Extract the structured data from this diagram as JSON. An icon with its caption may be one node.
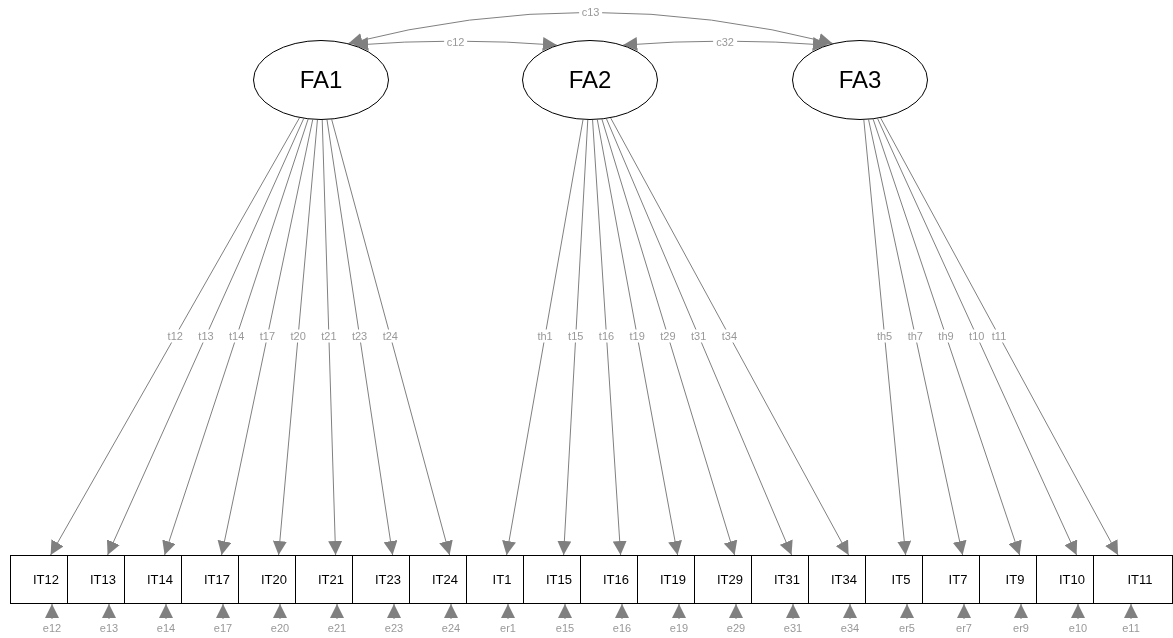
{
  "diagram": {
    "nodes": [
      {
        "text": [
          "FA1"
        ]
      },
      {
        "text": [
          "FA2"
        ]
      },
      {
        "text": [
          "FA3"
        ]
      },
      {
        "text": [
          "IT12"
        ]
      },
      {
        "text": [
          "IT13"
        ]
      },
      {
        "text": [
          "IT14"
        ]
      },
      {
        "text": [
          "IT17"
        ]
      },
      {
        "text": [
          "IT20"
        ]
      },
      {
        "text": [
          "IT21"
        ]
      },
      {
        "text": [
          "IT23"
        ]
      },
      {
        "text": [
          "IT24"
        ]
      },
      {
        "text": [
          "IT1"
        ]
      },
      {
        "text": [
          "IT15"
        ]
      },
      {
        "text": [
          "IT16"
        ]
      },
      {
        "text": [
          "IT19"
        ]
      },
      {
        "text": [
          "IT29"
        ]
      },
      {
        "text": [
          "IT31"
        ]
      },
      {
        "text": [
          "IT34"
        ]
      },
      {
        "text": [
          "IT5"
        ]
      },
      {
        "text": [
          "IT7"
        ]
      },
      {
        "text": [
          "IT9"
        ]
      },
      {
        "text": [
          "IT10"
        ]
      },
      {
        "text": [
          "IT11"
        ]
      },
      {
        "text": [
          "e12"
        ]
      },
      {
        "text": [
          "e13"
        ]
      },
      {
        "text": [
          "e14"
        ]
      },
      {
        "text": [
          "e17"
        ]
      },
      {
        "text": [
          "e20"
        ]
      },
      {
        "text": [
          "e21"
        ]
      },
      {
        "text": [
          "e23"
        ]
      },
      {
        "text": [
          "e24"
        ]
      },
      {
        "text": [
          "er1"
        ]
      },
      {
        "text": [
          "e15"
        ]
      },
      {
        "text": [
          "e16"
        ]
      },
      {
        "text": [
          "e19"
        ]
      },
      {
        "text": [
          "e29"
        ]
      },
      {
        "text": [
          "e31"
        ]
      },
      {
        "text": [
          "e34"
        ]
      },
      {
        "text": [
          "er5"
        ]
      },
      {
        "text": [
          "er7"
        ]
      },
      {
        "text": [
          "er9"
        ]
      },
      {
        "text": [
          "e10"
        ]
      },
      {
        "text": [
          "e11"
        ]
      }
    ],
    "edges": [
      {
        "from": 0,
        "to": 2,
        "arrow": "both",
        "label": "c13"
      },
      {
        "from": 0,
        "to": 1,
        "arrow": "both",
        "label": "c12"
      },
      {
        "from": 2,
        "to": 1,
        "arrow": "both",
        "label": "c32"
      },
      {
        "from": 0,
        "to": 3,
        "arrow": "to",
        "label": "t12"
      },
      {
        "from": 0,
        "to": 4,
        "arrow": "to",
        "label": "t13"
      },
      {
        "from": 0,
        "to": 5,
        "arrow": "to",
        "label": "t14"
      },
      {
        "from": 0,
        "to": 6,
        "arrow": "to",
        "label": "t17"
      },
      {
        "from": 0,
        "to": 7,
        "arrow": "to",
        "label": "t20"
      },
      {
        "from": 0,
        "to": 8,
        "arrow": "to",
        "label": "t21"
      },
      {
        "from": 0,
        "to": 9,
        "arrow": "to",
        "label": "t23"
      },
      {
        "from": 0,
        "to": 10,
        "arrow": "to",
        "label": "t24"
      },
      {
        "from": 1,
        "to": 11,
        "arrow": "to",
        "label": "th1"
      },
      {
        "from": 1,
        "to": 12,
        "arrow": "to",
        "label": "t15"
      },
      {
        "from": 1,
        "to": 13,
        "arrow": "to",
        "label": "t16"
      },
      {
        "from": 1,
        "to": 14,
        "arrow": "to",
        "label": "t19"
      },
      {
        "from": 1,
        "to": 15,
        "arrow": "to",
        "label": "t29"
      },
      {
        "from": 1,
        "to": 16,
        "arrow": "to",
        "label": "t31"
      },
      {
        "from": 1,
        "to": 17,
        "arrow": "to",
        "label": "t34"
      },
      {
        "from": 2,
        "to": 18,
        "arrow": "to",
        "label": "th5"
      },
      {
        "from": 2,
        "to": 19,
        "arrow": "to",
        "label": "th7"
      },
      {
        "from": 2,
        "to": 20,
        "arrow": "to",
        "label": "th9"
      },
      {
        "from": 2,
        "to": 21,
        "arrow": "to",
        "label": "t10"
      },
      {
        "from": 2,
        "to": 22,
        "arrow": "to",
        "label": "t11"
      },
      {
        "from": 23,
        "to": 3,
        "arrow": "to"
      },
      {
        "from": 24,
        "to": 4,
        "arrow": "to"
      },
      {
        "from": 25,
        "to": 5,
        "arrow": "to"
      },
      {
        "from": 26,
        "to": 6,
        "arrow": "to"
      },
      {
        "from": 27,
        "to": 7,
        "arrow": "to"
      },
      {
        "from": 28,
        "to": 8,
        "arrow": "to"
      },
      {
        "from": 29,
        "to": 9,
        "arrow": "to"
      },
      {
        "from": 30,
        "to": 10,
        "arrow": "to"
      },
      {
        "from": 31,
        "to": 11,
        "arrow": "to"
      },
      {
        "from": 32,
        "to": 12,
        "arrow": "to"
      },
      {
        "from": 33,
        "to": 13,
        "arrow": "to"
      },
      {
        "from": 34,
        "to": 14,
        "arrow": "to"
      },
      {
        "from": 35,
        "to": 15,
        "arrow": "to"
      },
      {
        "from": 36,
        "to": 16,
        "arrow": "to"
      },
      {
        "from": 37,
        "to": 17,
        "arrow": "to"
      },
      {
        "from": 38,
        "to": 18,
        "arrow": "to"
      },
      {
        "from": 39,
        "to": 19,
        "arrow": "to"
      },
      {
        "from": 40,
        "to": 20,
        "arrow": "to"
      },
      {
        "from": 41,
        "to": 21,
        "arrow": "to"
      },
      {
        "from": 42,
        "to": 22,
        "arrow": "to"
      }
    ]
  }
}
